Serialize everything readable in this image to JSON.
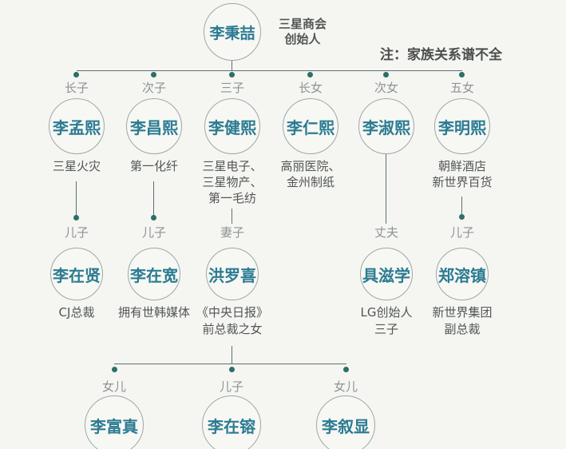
{
  "note": "注：家族关系谱不全",
  "root": {
    "name": "李秉喆",
    "desc1": "三星商会",
    "desc2": "创始人"
  },
  "gen2": [
    {
      "rel": "长子",
      "name": "李孟熙",
      "desc": [
        "三星火灾"
      ]
    },
    {
      "rel": "次子",
      "name": "李昌熙",
      "desc": [
        "第一化纤"
      ]
    },
    {
      "rel": "三子",
      "name": "李健熙",
      "desc": [
        "三星电子、",
        "三星物产、",
        "第一毛纺"
      ]
    },
    {
      "rel": "长女",
      "name": "李仁熙",
      "desc": [
        "高丽医院、",
        "金州制纸"
      ]
    },
    {
      "rel": "次女",
      "name": "李淑熙",
      "desc": []
    },
    {
      "rel": "五女",
      "name": "李明熙",
      "desc": [
        "朝鲜酒店",
        "新世界百货"
      ]
    }
  ],
  "gen3": [
    {
      "rel": "儿子",
      "name": "李在贤",
      "desc": [
        "CJ总裁"
      ]
    },
    {
      "rel": "儿子",
      "name": "李在宽",
      "desc": [
        "拥有世韩媒体"
      ]
    },
    {
      "rel": "妻子",
      "name": "洪罗喜",
      "desc": [
        "《中央日报》",
        "前总裁之女"
      ]
    },
    {
      "rel": "丈夫",
      "name": "具滋学",
      "desc": [
        "LG创始人",
        "三子"
      ]
    },
    {
      "rel": "儿子",
      "name": "郑溶镇",
      "desc": [
        "新世界集团",
        "副总裁"
      ]
    }
  ],
  "gen4": [
    {
      "rel": "女儿",
      "name": "李富真"
    },
    {
      "rel": "儿子",
      "name": "李在镕"
    },
    {
      "rel": "女儿",
      "name": "李叙显"
    }
  ],
  "colors": {
    "background": "#f5f6f2",
    "name_text": "#2c7b92",
    "relation_text": "#8d9394",
    "description_text": "#515654",
    "line": "#5c6f71",
    "dot": "#2f6e67",
    "circle_border": "#9da6a8"
  }
}
